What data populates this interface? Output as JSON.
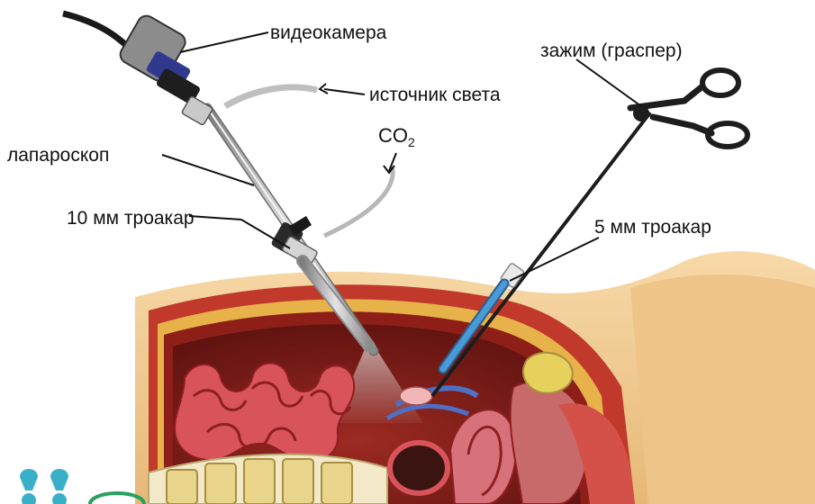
{
  "labels": {
    "camera": "видеокамера",
    "grasper": "зажим (граспер)",
    "light_source": "источник света",
    "co2_main": "CO",
    "co2_sub": "2",
    "laparoscope": "лапароскоп",
    "trocar_10mm": "10 мм троакар",
    "trocar_5mm": "5 мм троакар"
  },
  "colors": {
    "skin": "#f1c98f",
    "abdominal_wall": "#c0392b",
    "cavity": "#7a1a16",
    "intestine": "#d9545a",
    "instrument_metal": "#a9a9a9",
    "trocar_blue": "#3a7fb8",
    "camera_dark": "#2b2b2b",
    "spine_yellow": "#e8d48a"
  }
}
